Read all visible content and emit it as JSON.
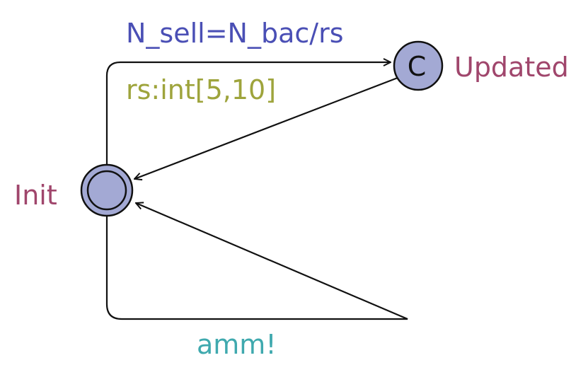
{
  "diagram": {
    "locations": {
      "init": {
        "name": "Init",
        "kind": "initial"
      },
      "updated": {
        "name": "Updated",
        "kind": "committed",
        "marker": "C"
      }
    },
    "edges": {
      "init_to_updated": {
        "update": "N_sell=N_bac/rs",
        "select": "rs:int[5,10]"
      },
      "updated_to_init": {},
      "init_self_loop": {
        "sync": "amm!"
      }
    },
    "colors": {
      "location_name": "#a0466c",
      "update": "#4a4fb5",
      "select": "#9ea43c",
      "sync": "#3fa9ae",
      "location_fill": "#a3a9d4",
      "stroke": "#111111"
    }
  }
}
